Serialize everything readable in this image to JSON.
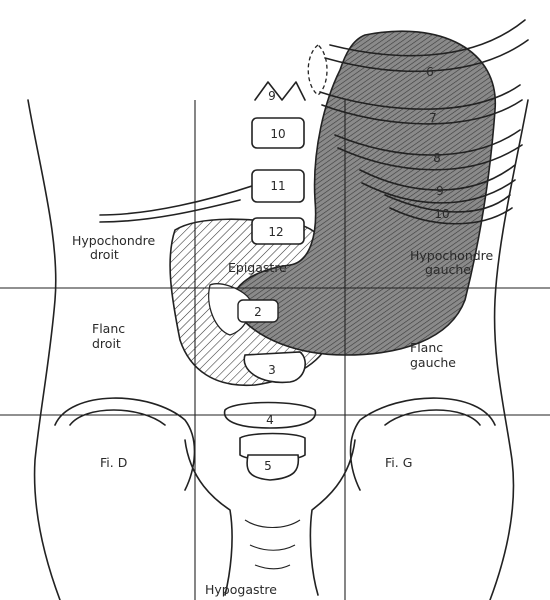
{
  "labels": {
    "hypochondre_droit_1": "Hypochondre",
    "hypochondre_droit_2": "droit",
    "epigastre": "Epigastre",
    "hypochondre_gauche_1": "Hypochondre",
    "hypochondre_gauche_2": "gauche",
    "flanc_droit_1": "Flanc",
    "flanc_droit_2": "droit",
    "flanc_gauche_1": "Flanc",
    "flanc_gauche_2": "gauche",
    "fid": "Fi. D",
    "fig": "Fi. G",
    "hypogastre": "Hypogastre"
  },
  "ribs": [
    "6",
    "7",
    "8",
    "9",
    "10"
  ],
  "vertebrae": [
    "9",
    "10",
    "11",
    "12",
    "2",
    "3",
    "4",
    "5"
  ]
}
